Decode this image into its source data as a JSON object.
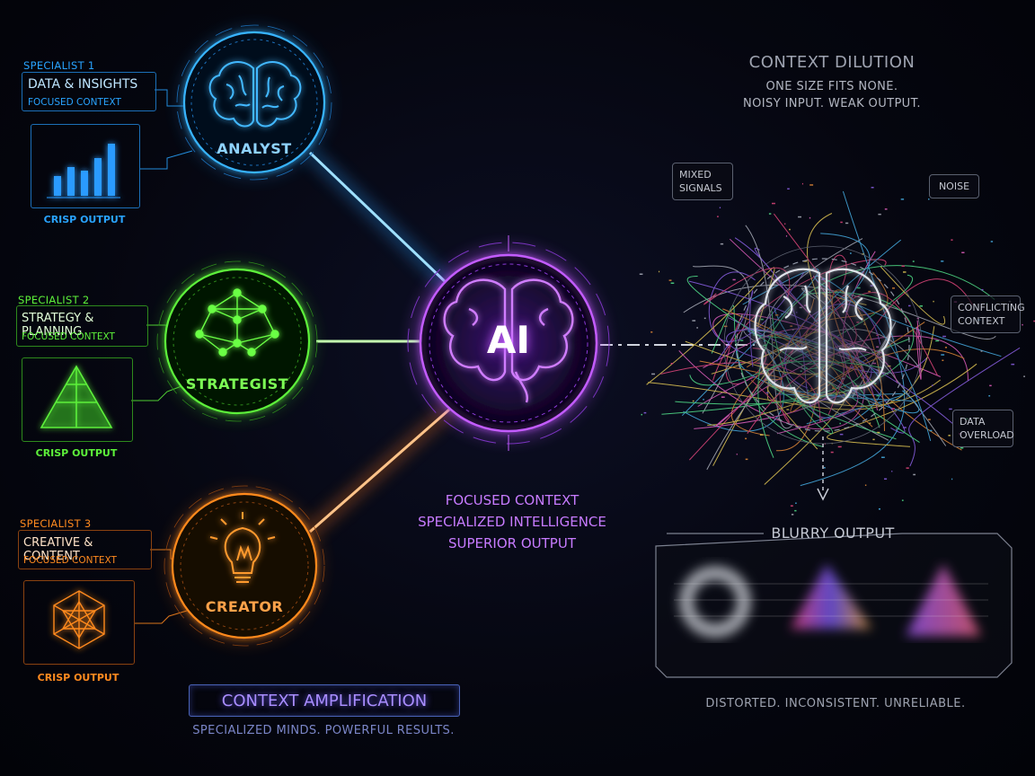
{
  "specialists": [
    {
      "tag": "SPECIALIST 1",
      "title": "DATA & INSIGHTS",
      "sub": "FOCUSED CONTEXT",
      "node": "ANALYST",
      "output": "CRISP OUTPUT",
      "color": "#29a3ff",
      "icon": "brain-icon",
      "output_icon": "bar-chart-icon"
    },
    {
      "tag": "SPECIALIST 2",
      "title": "STRATEGY & PLANNING",
      "sub": "FOCUSED CONTEXT",
      "node": "STRATEGIST",
      "output": "CRISP OUTPUT",
      "color": "#5df03a",
      "icon": "network-icon",
      "output_icon": "pyramid-icon"
    },
    {
      "tag": "SPECIALIST 3",
      "title": "CREATIVE & CONTENT",
      "sub": "FOCUSED CONTEXT",
      "node": "CREATOR",
      "output": "CRISP OUTPUT",
      "color": "#ff8a1f",
      "icon": "lightbulb-icon",
      "output_icon": "polyhedron-icon"
    }
  ],
  "center": {
    "label": "AI",
    "lines": [
      "FOCUSED CONTEXT",
      "SPECIALIZED INTELLIGENCE",
      "SUPERIOR OUTPUT"
    ],
    "color": "#b44bff"
  },
  "amplification": {
    "title": "CONTEXT AMPLIFICATION",
    "subtitle": "SPECIALIZED MINDS.   POWERFUL RESULTS."
  },
  "dilution": {
    "title": "CONTEXT DILUTION",
    "line1": "ONE SIZE FITS NONE.",
    "line2": "NOISY INPUT.   WEAK OUTPUT.",
    "tags": {
      "mixed": "MIXED SIGNALS",
      "noise": "NOISE",
      "conflicting": "CONFLICTING CONTEXT",
      "overload": "DATA OVERLOAD"
    },
    "output_title": "BLURRY OUTPUT",
    "footer": "DISTORTED.   INCONSISTENT.   UNRELIABLE."
  }
}
